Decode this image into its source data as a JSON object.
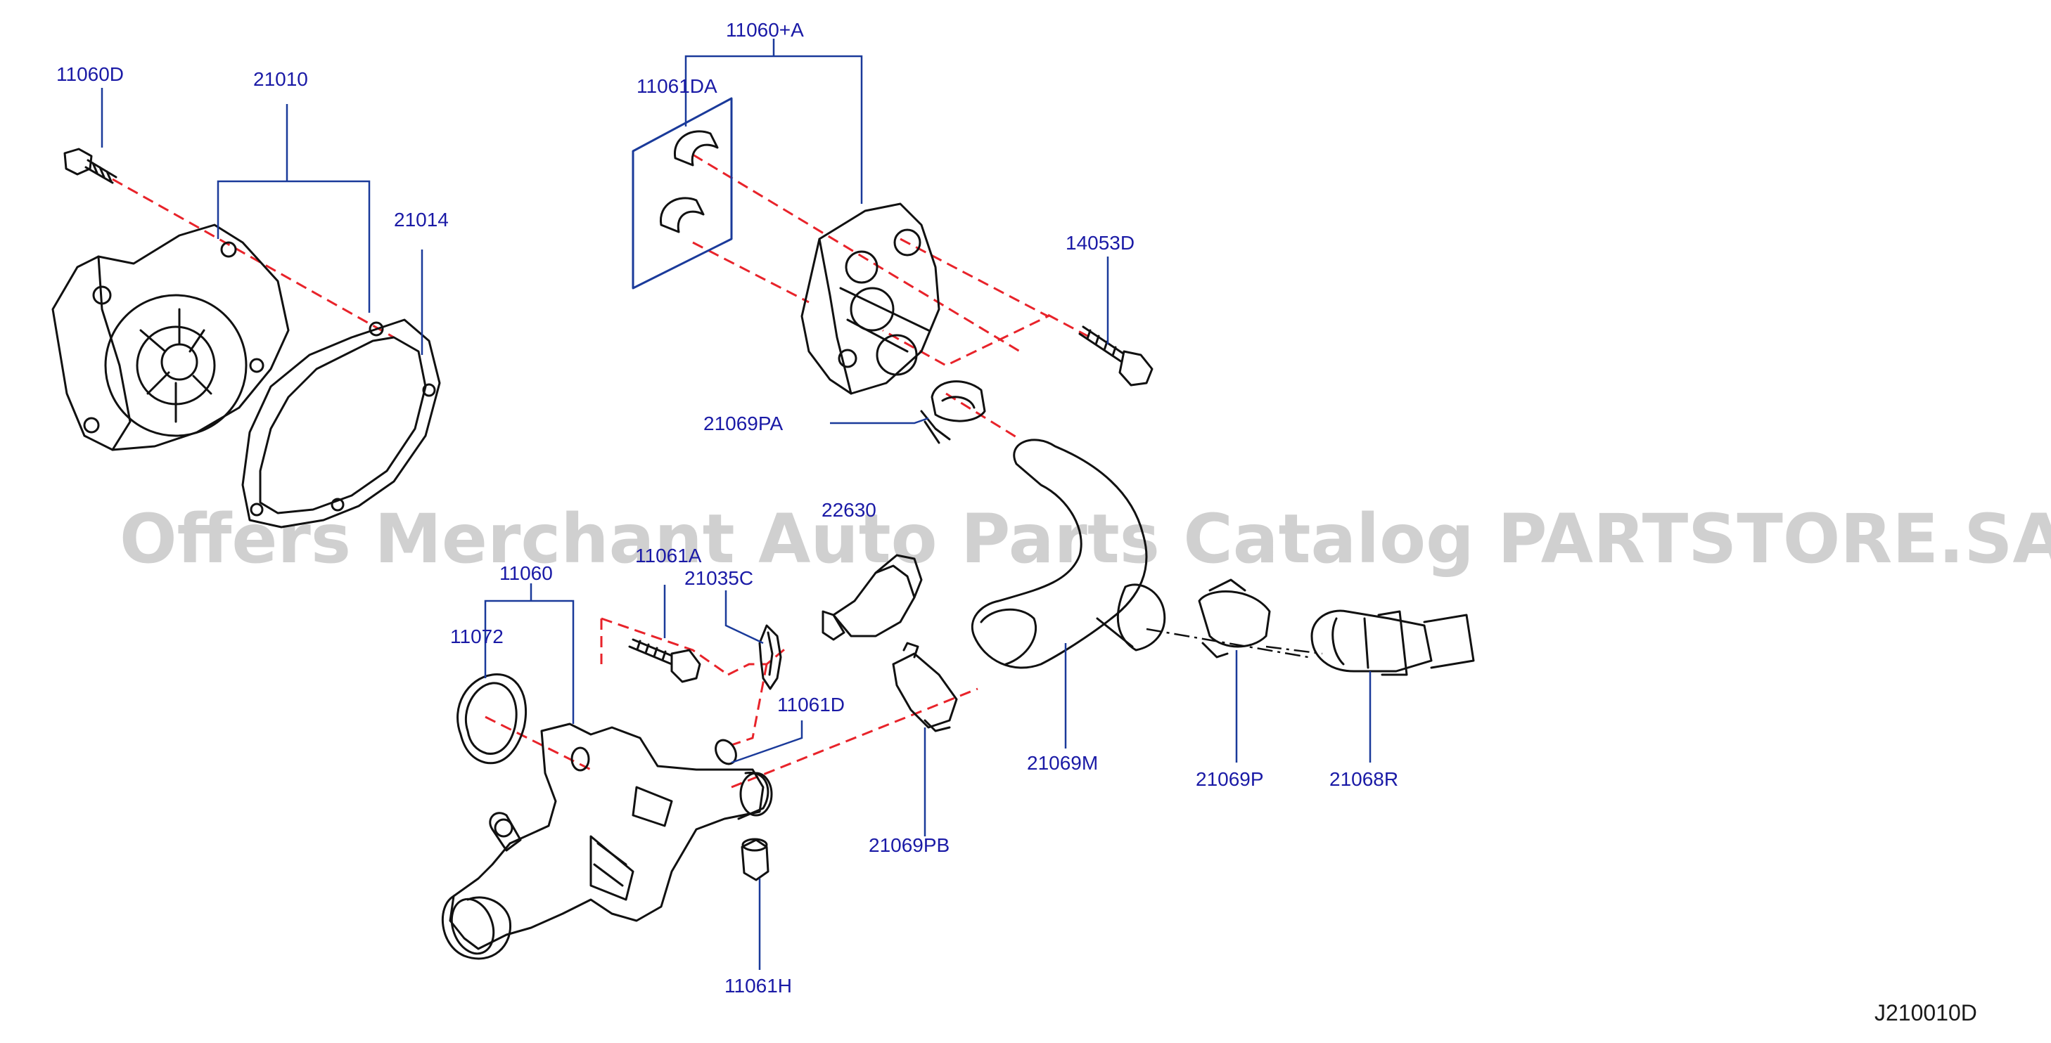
{
  "diagram": {
    "drawing_code": "J210010D",
    "watermark": "Offers Merchant Auto Parts Catalog PARTSTORE.SA",
    "callouts": {
      "c11060D": "11060D",
      "c21010": "21010",
      "c21014": "21014",
      "c11060A": "11060+A",
      "c11061DA": "11061DA",
      "c14053D": "14053D",
      "c21069PA": "21069PA",
      "c22630": "22630",
      "c11061A": "11061A",
      "c21035C": "21035C",
      "c11060": "11060",
      "c11072": "11072",
      "c11061D": "11061D",
      "c21069M": "21069M",
      "c21069P": "21069P",
      "c21068R": "21068R",
      "c21069PB": "21069PB",
      "c11061H": "11061H"
    }
  }
}
